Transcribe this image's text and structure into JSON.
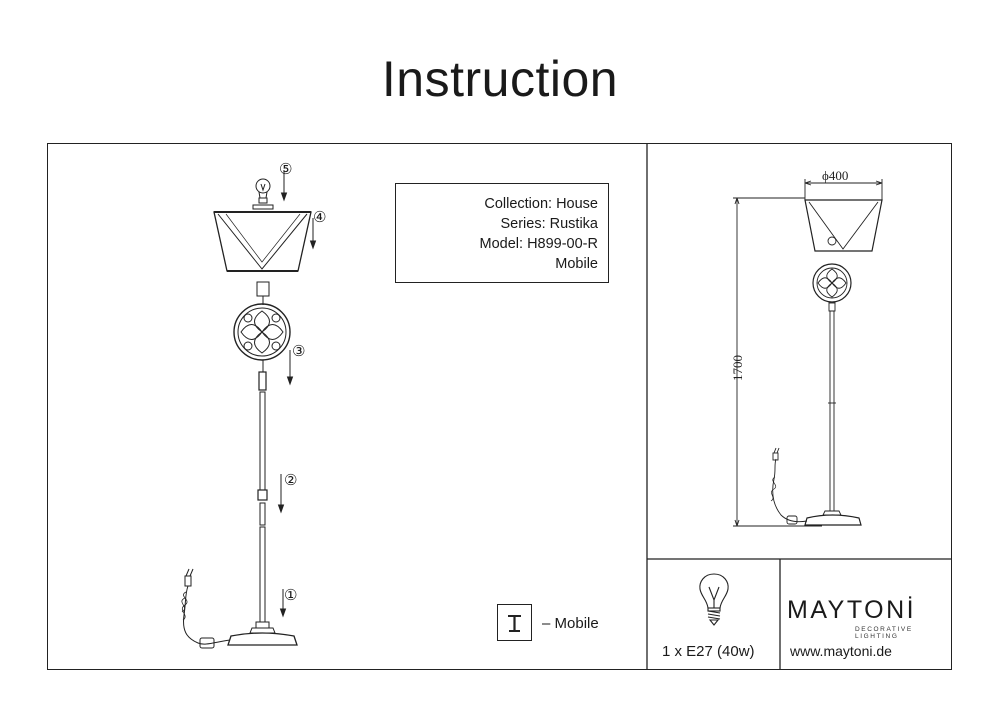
{
  "header": {
    "title": "Instruction"
  },
  "info": {
    "collection": "Collection: House",
    "series": "Series: Rustika",
    "model": "Model: H899-00-R",
    "type": "Mobile"
  },
  "legend": {
    "mobile_label": "– Mobile"
  },
  "assembly_steps": [
    "①",
    "②",
    "③",
    "④",
    "⑤"
  ],
  "dimensions": {
    "diameter": "ϕ400",
    "height": "1700"
  },
  "bulb": {
    "spec": "1 x E27 (40w)"
  },
  "brand": {
    "name": "MAYTONİ",
    "tagline": "DECORATIVE LIGHTING",
    "website": "www.maytoni.de"
  },
  "icons": [
    "lightbulb-icon",
    "mobile-lamp-icon"
  ]
}
